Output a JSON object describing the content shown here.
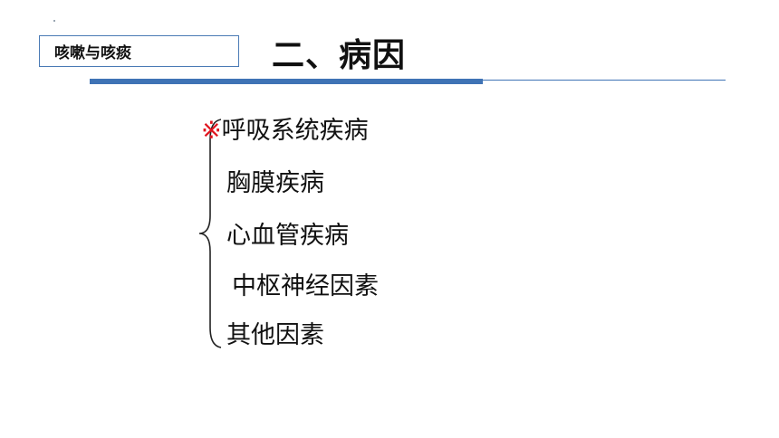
{
  "header": {
    "section_tag": "咳嗽与咳痰",
    "title": "二、病因"
  },
  "causes": {
    "marker": "※",
    "items": [
      "呼吸系统疾病",
      "胸膜疾病",
      "心血管疾病",
      "中枢神经因素",
      "其他因素"
    ]
  },
  "colors": {
    "accent_blue": "#3f73b5",
    "marker_red": "#e0141e"
  }
}
